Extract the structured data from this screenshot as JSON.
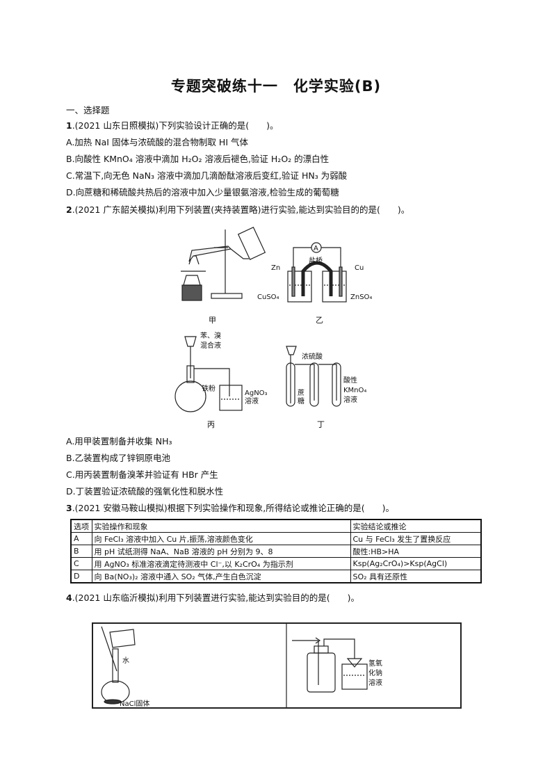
{
  "title": "专题突破练十一　化学实验(B)",
  "section": "一、选择题",
  "q1": {
    "num": "1",
    "source": ".(2021 山东日照模拟)",
    "stem": "下列实验设计正确的是(　　)。",
    "options": [
      "A.加热 NaI 固体与浓硫酸的混合物制取 HI 气体",
      "B.向酸性 KMnO₄ 溶液中滴加 H₂O₂ 溶液后褪色,验证 H₂O₂ 的漂白性",
      "C.常温下,向无色 NaN₃ 溶液中滴加几滴酚酞溶液后变红,验证 HN₃ 为弱酸",
      "D.向蔗糖和稀硫酸共热后的溶液中加入少量银氨溶液,检验生成的葡萄糖"
    ]
  },
  "q2": {
    "num": "2",
    "source": ".(2021 广东韶关模拟)",
    "stem": "利用下列装置(夹持装置略)进行实验,能达到实验目的的是(　　)。",
    "figure": {
      "jia": "甲",
      "yi": "乙",
      "bing": "丙",
      "ding": "丁",
      "ammeter": "A",
      "salt_bridge": "盐桥",
      "zn": "Zn",
      "cu": "Cu",
      "cuso4": "CuSO₄",
      "znso4": "ZnSO₄",
      "benzene_bromine_1": "苯、溴",
      "benzene_bromine_2": "混合液",
      "iron_powder": "铁粉",
      "agno3_1": "AgNO₃",
      "agno3_2": "溶液",
      "conc_h2so4": "浓硫酸",
      "sucrose_1": "蔗",
      "sucrose_2": "糖",
      "kmno4_1": "酸性",
      "kmno4_2": "KMnO₄",
      "kmno4_3": "溶液"
    },
    "options": [
      "A.用甲装置制备并收集 NH₃",
      "B.乙装置构成了锌铜原电池",
      "C.用丙装置制备溴苯并验证有 HBr 产生",
      "D.丁装置验证浓硫酸的强氧化性和脱水性"
    ]
  },
  "q3": {
    "num": "3",
    "source": ".(2021 安徽马鞍山模拟)",
    "stem": "根据下列实验操作和现象,所得结论或推论正确的是(　　)。",
    "table": {
      "headers": [
        "选项",
        "实验操作和现象",
        "实验结论或推论"
      ],
      "rows": [
        [
          "A",
          "向 FeCl₃ 溶液中加入 Cu 片,振荡,溶液颜色变化",
          "Cu 与 FeCl₃ 发生了置换反应"
        ],
        [
          "B",
          "用 pH 试纸测得 NaA、NaB 溶液的 pH 分别为 9、8",
          "酸性:HB>HA"
        ],
        [
          "C",
          "用 AgNO₃ 标准溶液滴定待测液中 Cl⁻,以 K₂CrO₄ 为指示剂",
          "Ksp(Ag₂CrO₄)>Ksp(AgCl)"
        ],
        [
          "D",
          "向 Ba(NO₃)₂ 溶液中通入 SO₂ 气体,产生白色沉淀",
          "SO₂ 具有还原性"
        ]
      ]
    }
  },
  "q4": {
    "num": "4",
    "source": ".(2021 山东临沂模拟)",
    "stem": "利用下列装置进行实验,能达到实验目的的是(　　)。",
    "figure": {
      "water": "水",
      "nacl_solid": "NaCl固体",
      "naoh_1": "氢氧",
      "naoh_2": "化钠",
      "naoh_3": "溶液"
    }
  }
}
